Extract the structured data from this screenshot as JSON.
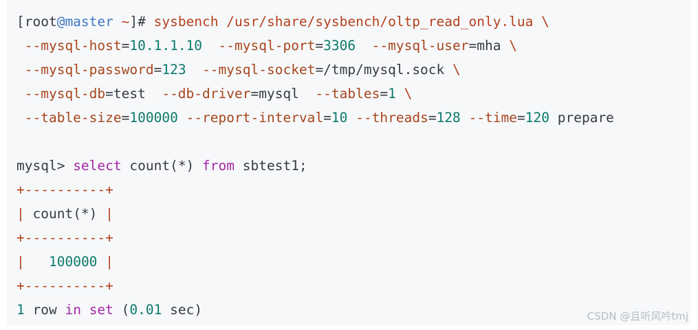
{
  "colors": {
    "background": "#f6f8fa",
    "command": "#b5401c",
    "host": "#4078c0",
    "number": "#0b7a6b",
    "keyword": "#a626a4",
    "text": "#383a42"
  },
  "lines": [
    {
      "line": 1,
      "tokens": [
        [
          "plain",
          "[root"
        ],
        [
          "host",
          "@master"
        ],
        [
          "plain",
          " "
        ],
        [
          "tilde",
          "~"
        ],
        [
          "plain",
          "]# "
        ],
        [
          "cmd",
          "sysbench /usr/share/sysbench/oltp_read_only.lua"
        ],
        [
          "plain",
          " "
        ],
        [
          "backslash",
          "\\"
        ]
      ]
    },
    {
      "line": 2,
      "tokens": [
        [
          "op",
          " --mysql-host"
        ],
        [
          "plain",
          "="
        ],
        [
          "num",
          "10.1.1.10"
        ],
        [
          "plain",
          "  "
        ],
        [
          "op",
          "--mysql-port"
        ],
        [
          "plain",
          "="
        ],
        [
          "num",
          "3306"
        ],
        [
          "plain",
          "  "
        ],
        [
          "op",
          "--mysql-user"
        ],
        [
          "plain",
          "=mha "
        ],
        [
          "backslash",
          "\\"
        ]
      ]
    },
    {
      "line": 3,
      "tokens": [
        [
          "op",
          " --mysql-password"
        ],
        [
          "plain",
          "="
        ],
        [
          "num",
          "123"
        ],
        [
          "plain",
          "  "
        ],
        [
          "op",
          "--mysql-socket"
        ],
        [
          "plain",
          "=/tmp/mysql.sock "
        ],
        [
          "backslash",
          "\\"
        ]
      ]
    },
    {
      "line": 4,
      "tokens": [
        [
          "op",
          " --mysql-db"
        ],
        [
          "plain",
          "=test  "
        ],
        [
          "op",
          "--db-driver"
        ],
        [
          "plain",
          "=mysql  "
        ],
        [
          "op",
          "--tables"
        ],
        [
          "plain",
          "="
        ],
        [
          "num",
          "1"
        ],
        [
          "plain",
          " "
        ],
        [
          "backslash",
          "\\"
        ]
      ]
    },
    {
      "line": 5,
      "tokens": [
        [
          "op",
          " --table-size"
        ],
        [
          "plain",
          "="
        ],
        [
          "num",
          "100000"
        ],
        [
          "plain",
          " "
        ],
        [
          "op",
          "--report-interval"
        ],
        [
          "plain",
          "="
        ],
        [
          "num",
          "10"
        ],
        [
          "plain",
          " "
        ],
        [
          "op",
          "--threads"
        ],
        [
          "plain",
          "="
        ],
        [
          "num",
          "128"
        ],
        [
          "plain",
          " "
        ],
        [
          "op",
          "--time"
        ],
        [
          "plain",
          "="
        ],
        [
          "num",
          "120"
        ],
        [
          "plain",
          " prepare"
        ]
      ]
    },
    {
      "line": 6,
      "tokens": [
        [
          "plain",
          " "
        ]
      ]
    },
    {
      "line": 7,
      "tokens": [
        [
          "prompt",
          "mysql> "
        ],
        [
          "kw",
          "select"
        ],
        [
          "plain",
          " count(*) "
        ],
        [
          "kw",
          "from"
        ],
        [
          "plain",
          " sbtest1;"
        ]
      ]
    },
    {
      "line": 8,
      "tokens": [
        [
          "border",
          "+----------+"
        ]
      ]
    },
    {
      "line": 9,
      "tokens": [
        [
          "pipe",
          "|"
        ],
        [
          "plain",
          " count(*) "
        ],
        [
          "pipe",
          "|"
        ]
      ]
    },
    {
      "line": 10,
      "tokens": [
        [
          "border",
          "+----------+"
        ]
      ]
    },
    {
      "line": 11,
      "tokens": [
        [
          "pipe",
          "|"
        ],
        [
          "plain",
          "   "
        ],
        [
          "num",
          "100000"
        ],
        [
          "plain",
          " "
        ],
        [
          "pipe",
          "|"
        ]
      ]
    },
    {
      "line": 12,
      "tokens": [
        [
          "border",
          "+----------+"
        ]
      ]
    },
    {
      "line": 13,
      "tokens": [
        [
          "num",
          "1"
        ],
        [
          "plain",
          " row "
        ],
        [
          "kw",
          "in"
        ],
        [
          "plain",
          " "
        ],
        [
          "kw",
          "set"
        ],
        [
          "plain",
          " ("
        ],
        [
          "num",
          "0.01"
        ],
        [
          "plain",
          " sec)"
        ]
      ]
    }
  ],
  "watermark": "CSDN @且听风吟tmj"
}
